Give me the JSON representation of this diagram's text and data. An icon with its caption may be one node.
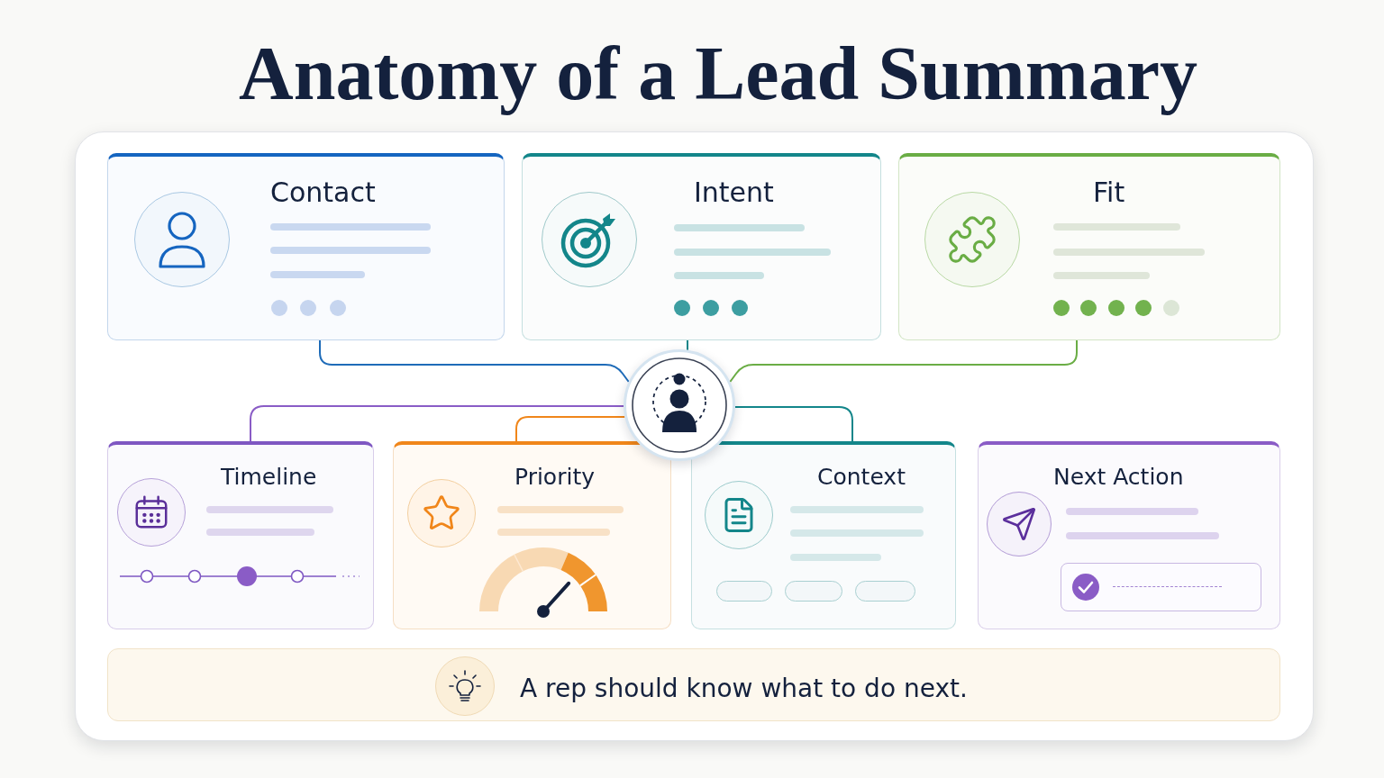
{
  "diagram": {
    "title": "Anatomy of a Lead Summary",
    "nodes": [
      {
        "text": [],
        "shape": "box"
      },
      {
        "text": [
          "Contact"
        ],
        "in": 0
      },
      {
        "text": [
          "Intent"
        ],
        "in": 0
      },
      {
        "text": [
          "Fit"
        ],
        "in": 0
      },
      {
        "text": [],
        "shape": "circle",
        "in": 0
      },
      {
        "text": [
          "Timeline"
        ],
        "in": 0
      },
      {
        "text": [
          "Priority"
        ],
        "in": 0
      },
      {
        "text": [
          "Context"
        ],
        "in": 0
      },
      {
        "text": [
          "Next Action"
        ],
        "in": 0
      },
      {
        "text": [
          "A rep should know what to do next."
        ],
        "in": 0
      }
    ],
    "edges": [
      {
        "from": 1,
        "to": 4,
        "arrow": "none",
        "color": "#1e6bb8"
      },
      {
        "from": 2,
        "to": 4,
        "arrow": "none",
        "color": "#13868a"
      },
      {
        "from": 3,
        "to": 4,
        "arrow": "none",
        "color": "#6aad45"
      },
      {
        "from": 4,
        "to": 5,
        "arrow": "none",
        "color": "#8a5cc6"
      },
      {
        "from": 4,
        "to": 6,
        "arrow": "none",
        "color": "#f0861a"
      },
      {
        "from": 4,
        "to": 7,
        "arrow": "none",
        "color": "#13868a"
      }
    ]
  }
}
